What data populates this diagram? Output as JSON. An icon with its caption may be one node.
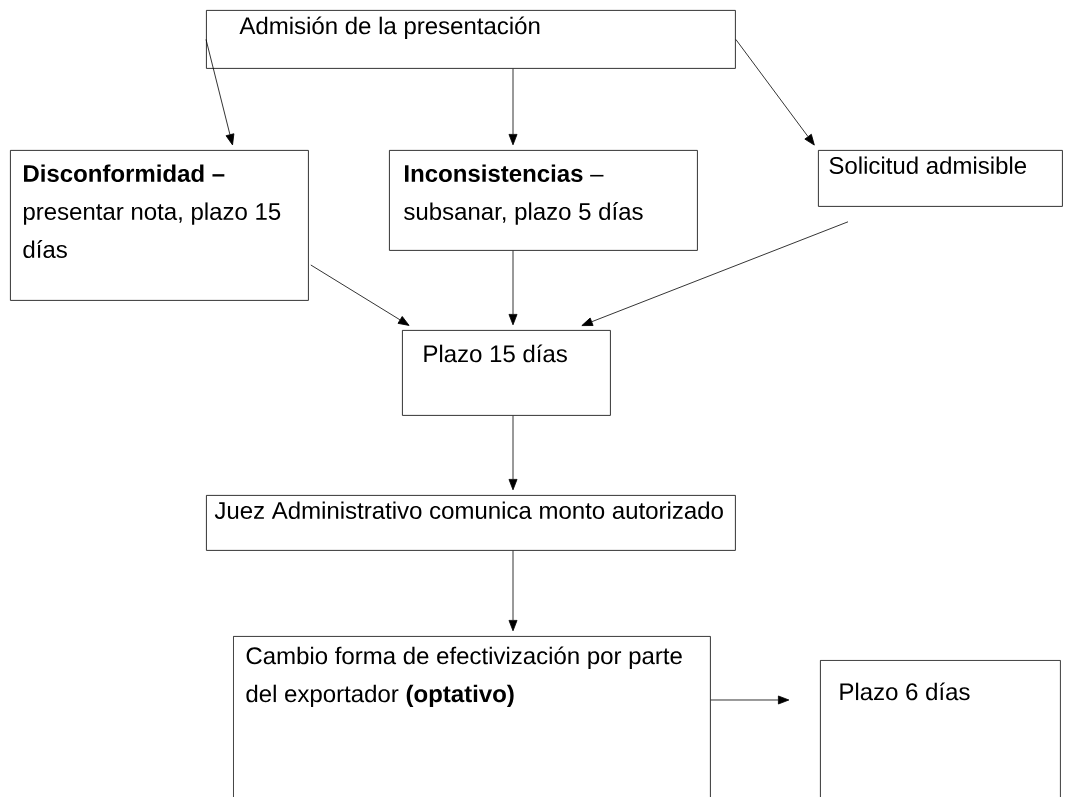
{
  "diagram": {
    "nodes": [
      {
        "text": [
          "Admisión de la presentación"
        ]
      },
      {
        "text": [
          "**Disconformidad –** presentar nota, plazo 15 días"
        ]
      },
      {
        "text": [
          "**Inconsistencias** – subsanar, plazo 5 días"
        ]
      },
      {
        "text": [
          "Solicitud admisible"
        ]
      },
      {
        "text": [
          "Plazo 15 días"
        ]
      },
      {
        "text": [
          "Juez Administrativo comunica monto autorizado"
        ]
      },
      {
        "text": [
          "Cambio forma de efectivización por parte del exportador **(optativo)**"
        ]
      },
      {
        "text": [
          "Plazo 6 días"
        ]
      }
    ],
    "edges": [
      {
        "from": 0,
        "to": 1,
        "arrow": "to"
      },
      {
        "from": 0,
        "to": 2,
        "arrow": "to"
      },
      {
        "from": 0,
        "to": 3,
        "arrow": "to"
      },
      {
        "from": 1,
        "to": 4,
        "arrow": "to"
      },
      {
        "from": 2,
        "to": 4,
        "arrow": "to"
      },
      {
        "from": 3,
        "to": 4,
        "arrow": "to"
      },
      {
        "from": 4,
        "to": 5,
        "arrow": "to"
      },
      {
        "from": 5,
        "to": 6,
        "arrow": "to"
      },
      {
        "from": 6,
        "to": 7,
        "arrow": "to"
      }
    ]
  }
}
